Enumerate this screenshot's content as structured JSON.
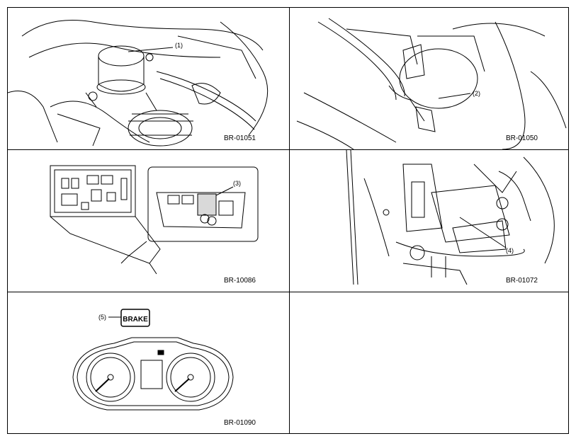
{
  "figures": [
    {
      "code": "BR-01051",
      "callout": "(1)"
    },
    {
      "code": "BR-01050",
      "callout": "(2)"
    },
    {
      "code": "BR-10086",
      "callout": "(3)"
    },
    {
      "code": "BR-01072",
      "callout": "(4)"
    },
    {
      "code": "BR-01090",
      "callout": "(5)",
      "indicator_text": "BRAKE"
    }
  ]
}
